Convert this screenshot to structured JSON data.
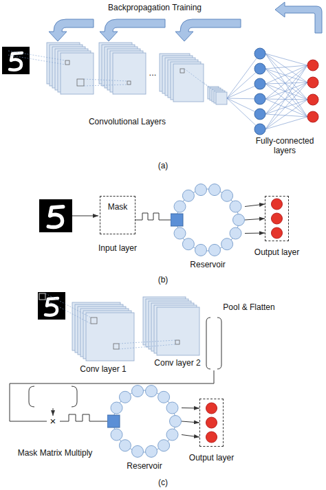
{
  "diagram": {
    "nodes": [
      {
        "text": [
          "Mask",
          "Input layer"
        ]
      },
      {
        "text": [
          "Reservoir"
        ]
      },
      {
        "text": [
          "Output layer"
        ]
      },
      {
        "text": [
          "Reservoir"
        ]
      },
      {
        "text": [
          "Output layer"
        ]
      }
    ],
    "edges": [
      {
        "from": 0,
        "to": 1,
        "arrow": "none"
      },
      {
        "from": 1,
        "to": 2,
        "arrow": "to"
      },
      {
        "from": 1,
        "to": 2,
        "arrow": "to"
      },
      {
        "from": 1,
        "to": 2,
        "arrow": "to"
      },
      {
        "from": 3,
        "to": 4,
        "arrow": "to"
      },
      {
        "from": 3,
        "to": 4,
        "arrow": "to"
      },
      {
        "from": 3,
        "to": 4,
        "arrow": "to"
      }
    ],
    "labels": [
      "Backpropagation Training",
      "...",
      "Convolutional Layers",
      "Fully-connected layers",
      "(a)",
      "(b)",
      "Conv layer 1",
      "Conv layer 2",
      "Pool & Flatten",
      "×",
      "Mask Matrix Multiply",
      "(c)"
    ]
  }
}
